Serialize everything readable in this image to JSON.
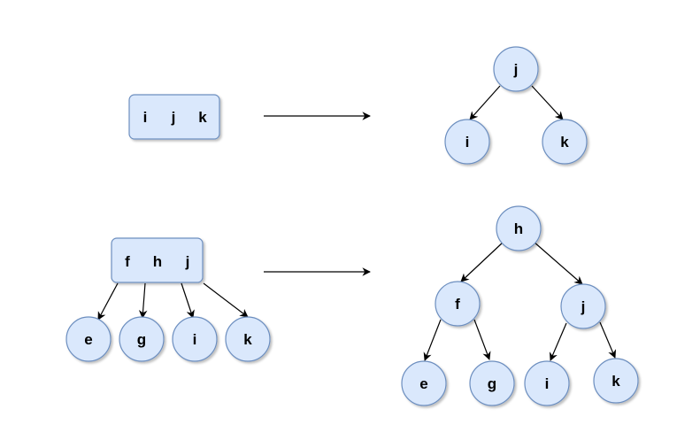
{
  "diagram": {
    "top": {
      "btree_keys": [
        "i",
        "j",
        "k"
      ],
      "rbtree": {
        "root": "j",
        "left": "i",
        "right": "k"
      }
    },
    "bottom": {
      "btree_keys": [
        "f",
        "h",
        "j"
      ],
      "btree_children": [
        "e",
        "g",
        "i",
        "k"
      ],
      "rbtree": {
        "root": "h",
        "left": "f",
        "right": "j",
        "left_left": "e",
        "left_right": "g",
        "right_left": "i",
        "right_right": "k"
      }
    }
  },
  "colors": {
    "node_fill": "#dae8fc",
    "node_stroke": "#6c8ebf",
    "edge": "#000000"
  }
}
